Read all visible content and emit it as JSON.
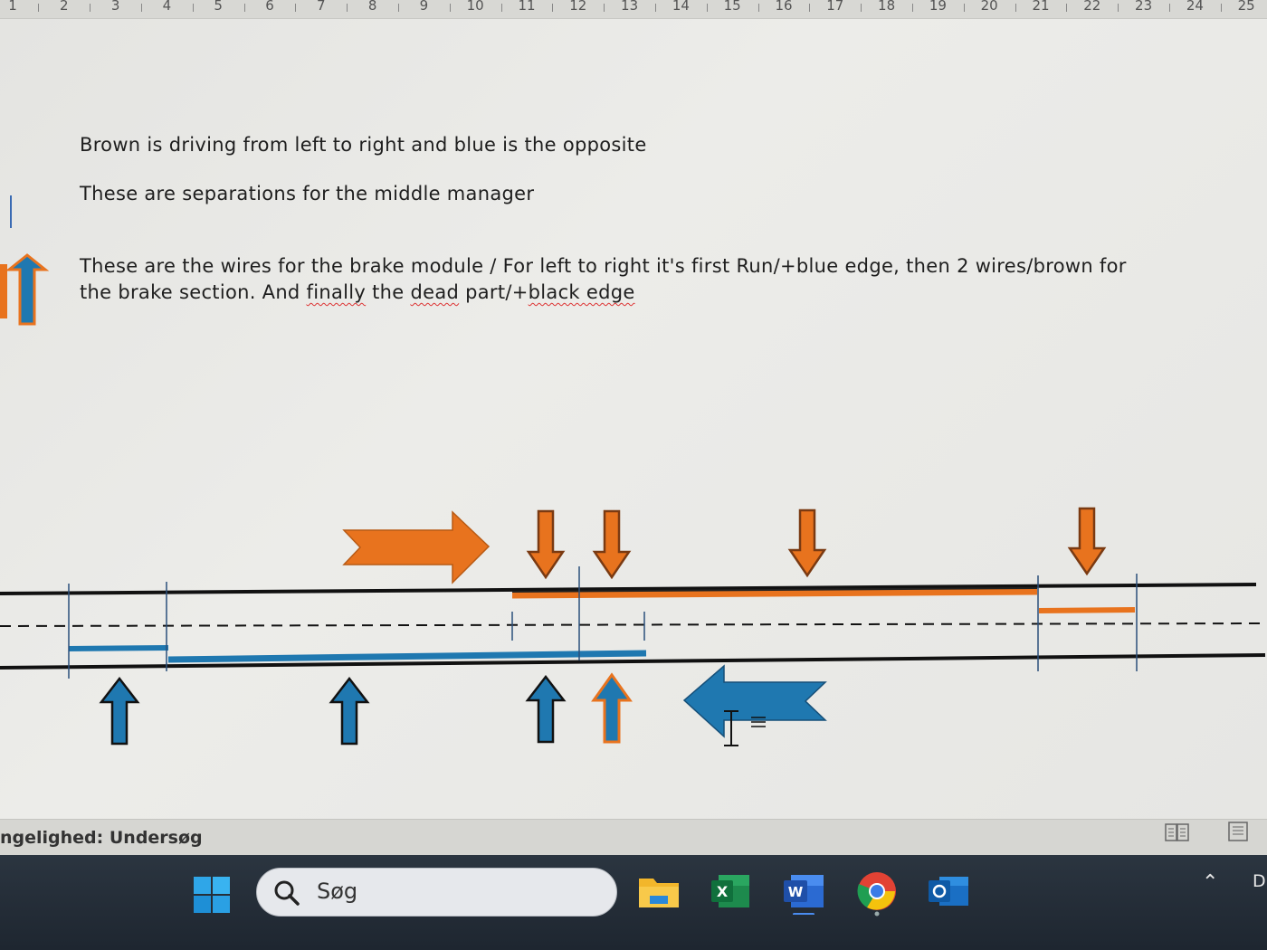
{
  "ruler": {
    "numbers": [
      "1",
      "2",
      "3",
      "4",
      "5",
      "6",
      "7",
      "8",
      "9",
      "10",
      "11",
      "12",
      "13",
      "14",
      "15",
      "16",
      "17",
      "18",
      "19",
      "20",
      "21",
      "22",
      "23",
      "24",
      "25"
    ]
  },
  "document": {
    "line1": "Brown is driving from left to right and blue is the opposite",
    "line2": "These are separations for the middle manager",
    "line3a": "These are the wires for the brake module / For left to right it's first Run/+blue edge, then 2 wires/brown for",
    "line3b_parts": [
      "the brake section. And ",
      "finally",
      " the ",
      "dead",
      " part/+",
      "black edge"
    ]
  },
  "colors": {
    "brown": "#e8731e",
    "blue": "#1f78b0",
    "text": "#1e1e1e",
    "taskbar": "#222b35"
  },
  "status_bar": {
    "accessibility": "ngelighed: Undersøg"
  },
  "taskbar": {
    "search_placeholder": "Søg",
    "apps": [
      "windows-start",
      "file-explorer",
      "excel",
      "word",
      "chrome",
      "outlook"
    ],
    "tray_text": "D"
  }
}
